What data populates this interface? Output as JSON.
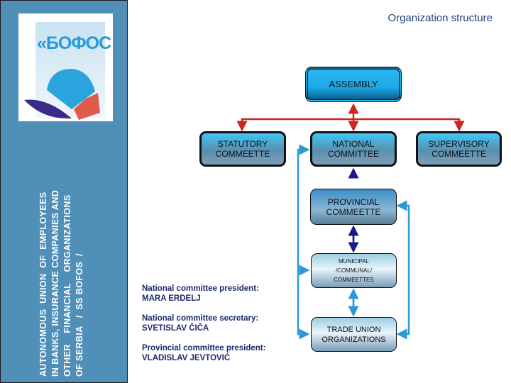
{
  "title": "Organization structure",
  "logo_text": "«БОФОС",
  "sidebar_lines": [
    "AUTONOMOUS  UNION  OF  EMPLOYEES",
    "IN BANKS, INSURANCE COMPANIES AND",
    "OTHER    FINANCIAL    ORGANIZATIONS",
    "OF SERBIA   /  SS BOFOS  /"
  ],
  "boxes": {
    "assembly": "ASSEMBLY",
    "statutory": [
      "STATUTORY",
      "COMMEETTE"
    ],
    "national": [
      "NATIONAL",
      "COMMITTEE"
    ],
    "supervisory": [
      "SUPERVISORY",
      "COMMEETTE"
    ],
    "provincial": [
      "PROVINCIAL",
      "COMMEETTE"
    ],
    "municipal": [
      "MUNICIPAL",
      "/COMMUNAL/",
      "COMMEETTES"
    ],
    "trade": [
      "TRADE UNION",
      "ORGANIZATIONS"
    ]
  },
  "people": [
    {
      "role": "National committee president:",
      "name": "MARA  ERDELJ"
    },
    {
      "role": "National committee secretary:",
      "name": "SVETISLAV  ČIČA"
    },
    {
      "role": "Provincial committee president:",
      "name": "VLADISLAV  JEVTOVIĆ"
    }
  ],
  "colors": {
    "sidebar": "#4f8fb8",
    "red_connector": "#c8281e",
    "dark_connector": "#1a1a8c",
    "light_connector": "#2a9ad6"
  }
}
